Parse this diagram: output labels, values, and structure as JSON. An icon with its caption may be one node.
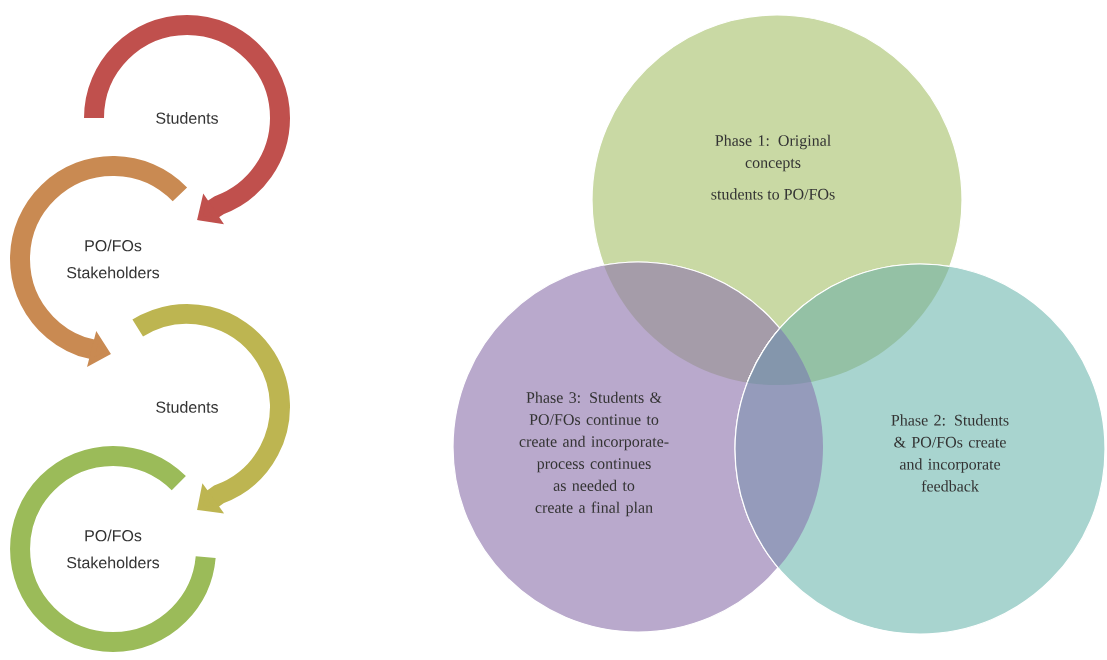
{
  "diagram": {
    "nodes": [
      {
        "text": [
          "Students"
        ]
      },
      {
        "text": [
          "PO/FOs",
          "Stakeholders"
        ]
      },
      {
        "text": [
          "Students"
        ]
      },
      {
        "text": [
          "PO/FOs",
          "Stakeholders"
        ]
      },
      {
        "text": [
          "Phase 1: Original concepts",
          "students to PO/FOs"
        ]
      },
      {
        "text": [
          "Phase 3: Students & PO/FOs continue to create and incorporate- process continues as needed to create a final plan"
        ]
      },
      {
        "text": [
          "Phase 2: Students & PO/FOs create and incorporate feedback"
        ]
      }
    ]
  }
}
